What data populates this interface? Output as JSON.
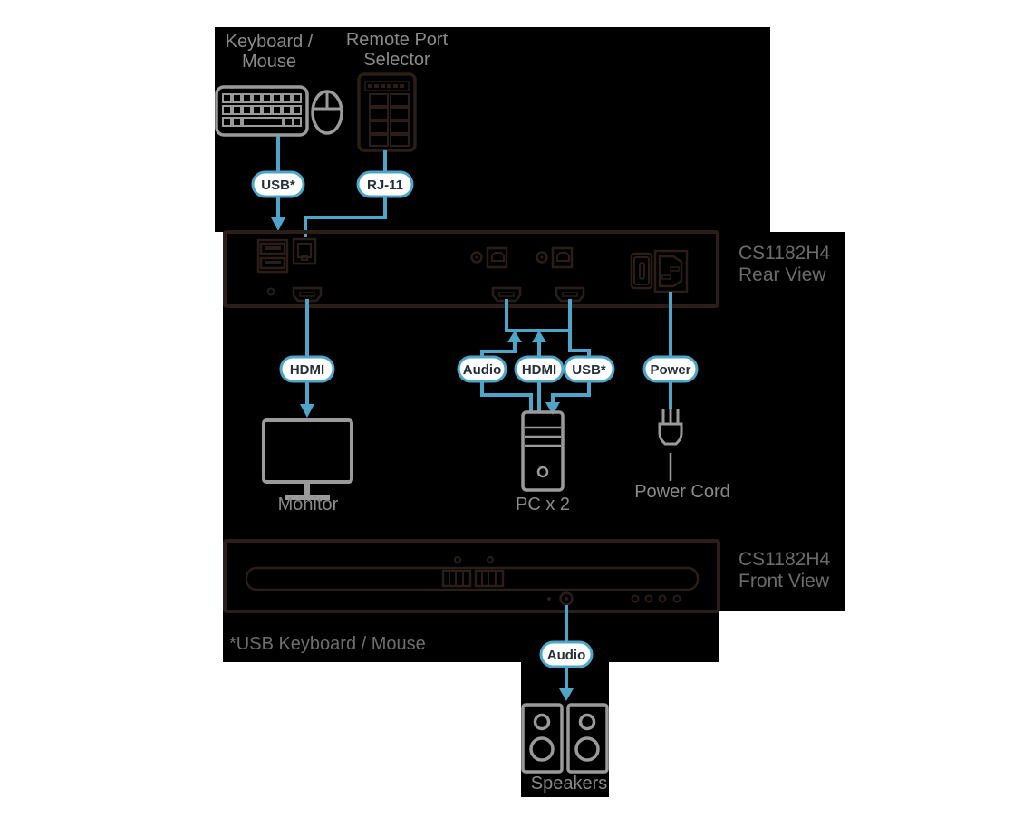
{
  "colors": {
    "canvas": "#ffffff",
    "region_black": "#000000",
    "cable_blue": "#4da6ca",
    "device_gray": "#9a9a9a",
    "panel_outline": "#2b1d17",
    "label_gray": "#8a8a8a",
    "side_label_gray": "#6b6b6b",
    "pill_fill": "#ffffff",
    "pill_text": "#25303a"
  },
  "labels": {
    "keyboard_mouse_line1": "Keyboard /",
    "keyboard_mouse_line2": "Mouse",
    "remote_selector_line1": "Remote Port",
    "remote_selector_line2": "Selector",
    "rear_view_line1": "CS1182H4",
    "rear_view_line2": "Rear View",
    "front_view_line1": "CS1182H4",
    "front_view_line2": "Front View",
    "monitor": "Monitor",
    "pc": "PC x 2",
    "power_cord": "Power Cord",
    "speakers": "Speakers",
    "footnote": "*USB Keyboard / Mouse"
  },
  "connectors": {
    "usb_keyboard": "USB*",
    "rj11": "RJ-11",
    "hdmi_monitor": "HDMI",
    "audio_pc": "Audio",
    "hdmi_pc": "HDMI",
    "usb_pc": "USB*",
    "power": "Power",
    "audio_speakers": "Audio"
  }
}
